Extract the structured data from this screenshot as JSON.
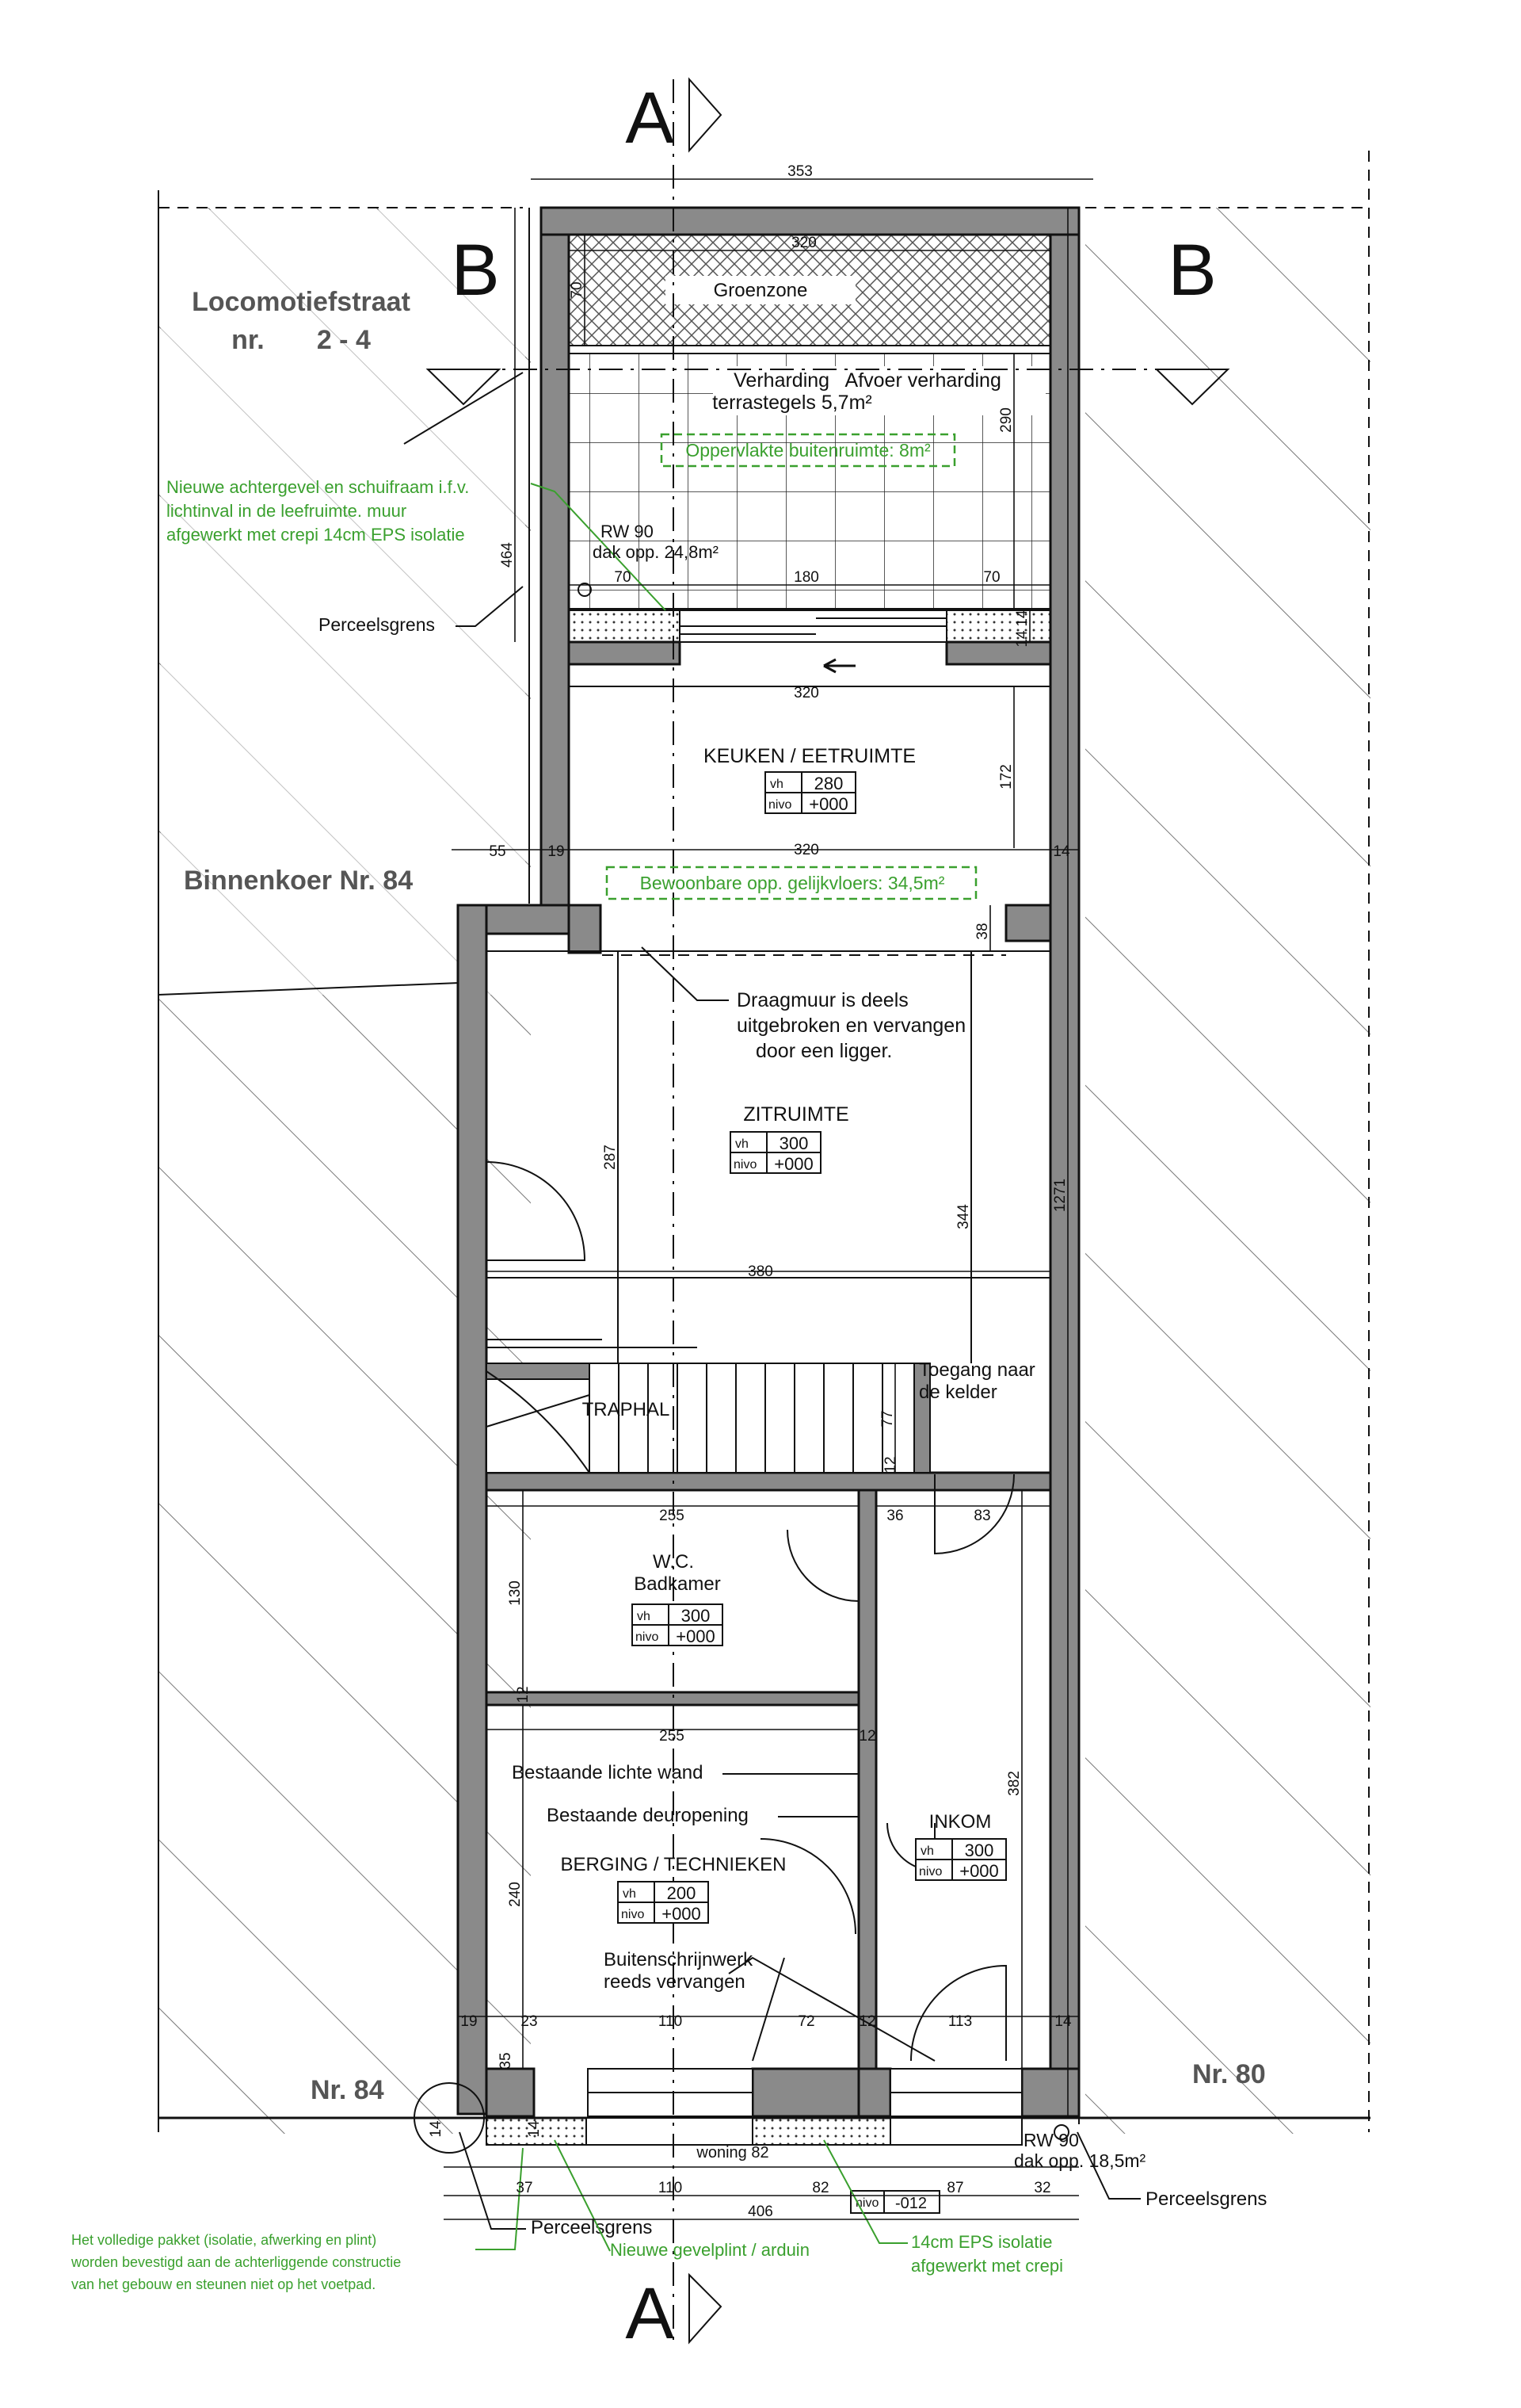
{
  "sections": {
    "a_mark": "A",
    "b_mark": "B"
  },
  "neighbours": {
    "street_line1": "Locomotiefstraat",
    "street_line2": "nr.       2 - 4",
    "courtyard": "Binnenkoer Nr. 84",
    "left_number": "Nr. 84",
    "right_number": "Nr. 80"
  },
  "rooms": {
    "garden": "Groenzone",
    "terrace_line1": "Verharding   Afvoer verharding",
    "terrace_line2": "terrastegels 5,7m²",
    "kitchen": "KEUKEN / EETRUIMTE",
    "living": "ZITRUIMTE",
    "stairs": "TRAPHAL",
    "wc_line1": "W.C.",
    "wc_line2": "Badkamer",
    "storage": "BERGING / TECHNIEKEN",
    "entrance": "INKOM"
  },
  "levels": {
    "kitchen": {
      "vh": "vh",
      "vh_value": "280",
      "nivo": "nivo",
      "nivo_value": "+000"
    },
    "living": {
      "vh": "vh",
      "vh_value": "300",
      "nivo": "nivo",
      "nivo_value": "+000"
    },
    "wc": {
      "vh": "vh",
      "vh_value": "300",
      "nivo": "nivo",
      "nivo_value": "+000"
    },
    "storage": {
      "vh": "vh",
      "vh_value": "200",
      "nivo": "nivo",
      "nivo_value": "+000"
    },
    "entrance": {
      "vh": "vh",
      "vh_value": "300",
      "nivo": "nivo",
      "nivo_value": "+000"
    },
    "street": {
      "nivo": "nivo",
      "nivo_value": "-012"
    }
  },
  "areas": {
    "outdoor": "Oppervlakte buitenruimte: 8m²",
    "living": "Bewoonbare opp. gelijkvloers: 34,5m²"
  },
  "notes": {
    "green_rear_1": "Nieuwe achtergevel en schuifraam i.f.v.",
    "green_rear_2": "lichtinval in de leefruimte. muur",
    "green_rear_3": "afgewerkt met crepi 14cm EPS isolatie",
    "rwa_top_1": "RW 90",
    "rwa_top_2": "dak opp. 24,8m²",
    "perceel_top": "Perceelsgrens",
    "draagmuur_1": "Draagmuur is deels",
    "draagmuur_2": "uitgebroken en vervangen",
    "draagmuur_3": "door een ligger.",
    "toegang_1": "Toegang naar",
    "toegang_2": "de kelder",
    "lichte_wand": "Bestaande lichte wand",
    "deuropening": "Bestaande deuropening",
    "buiten_1": "Buitenschrijnwerk",
    "buiten_2": "reeds vervangen",
    "woning": "woning 82",
    "rwa_bottom_1": "RW 90",
    "rwa_bottom_2": "dak opp. 18,5m²",
    "perceel_bottom_right": "Perceelsgrens",
    "perceel_bottom_left": "Perceelsgrens",
    "pakket_1": "Het volledige pakket (isolatie, afwerking en plint)",
    "pakket_2": "worden bevestigd aan de achterliggende constructie",
    "pakket_3": "van het gebouw en steunen niet op het voetpad.",
    "gevelplint": "Nieuwe gevelplint / arduin",
    "eps_1": "14cm EPS isolatie",
    "eps_2": "afgewerkt met crepi"
  },
  "dimensions": {
    "top_width": "353",
    "garden_width": "320",
    "garden_depth": "70",
    "terrace_depth": "290",
    "rear_total": "464",
    "opening_left": "70",
    "opening_mid": "180",
    "opening_right": "70",
    "sill_a": "14",
    "sill_b": "14",
    "kitchen_width": "320",
    "kitchen_depth": "172",
    "pos_55": "55",
    "pos_19": "19",
    "mid_width": "320",
    "mid_right": "14",
    "pos_38": "38",
    "living_h_left": "287",
    "living_h_right": "344",
    "living_width": "380",
    "total_depth": "1271",
    "stair_77": "77",
    "stair_12": "12",
    "wc_width": "255",
    "hall_36": "36",
    "hall_83": "83",
    "wc_depth": "130",
    "wc_12": "12",
    "storage_width": "255",
    "wall_12": "12",
    "entrance_depth": "382",
    "storage_depth": "240",
    "front_19": "19",
    "front_23": "23",
    "front_110": "110",
    "front_72": "72",
    "front_12": "12",
    "front_113": "113",
    "front_14": "14",
    "front_35": "35",
    "b_14": "14",
    "b_14b": "14",
    "b_37": "37",
    "b_110": "110",
    "b_82": "82",
    "b_87": "87",
    "b_32": "32",
    "b_406": "406"
  }
}
